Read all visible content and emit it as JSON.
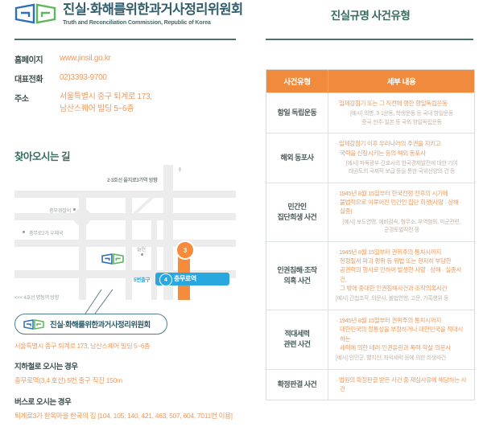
{
  "header": {
    "logo_kr": "진실·화해를위한과거사정리위원회",
    "logo_en": "Truth and Reconciliation Commission, Republic of Korea",
    "right_title": "진실규명 사건유형",
    "logo_icon": "tarc-emblem-icon"
  },
  "contact": {
    "rows": [
      {
        "key": "홈페이지",
        "value": "www.jinsil.go.kr"
      },
      {
        "key": "대표전화",
        "value": "02)3393-9700"
      },
      {
        "key": "주소",
        "value": "서울특별시 중구 퇴계로 173,\n남산스퀘어 빌딩 5~6층"
      }
    ]
  },
  "directions": {
    "section_title": "찾아오시는 길",
    "map": {
      "labels": {
        "north_direction": "2·3호선 을지로3가역 방향",
        "police": "중부경찰서",
        "post_office": "충무로2가 우체국",
        "small_landmark": "늘헌",
        "west_direction": "<<< 4호선 명동역 방향",
        "exit": "5번출구",
        "station": "충무로역",
        "line3": "3",
        "line4": "4",
        "arrow_icon": "north-arrow-icon",
        "map_logo_icon": "tarc-emblem-icon"
      }
    },
    "callout": {
      "label": "진실·화해를위한과거사정리위원회",
      "icon": "tarc-emblem-icon",
      "address": "서울특별시 중구 퇴계로 173, 남산스퀘어 빌딩 5~6층"
    },
    "transit": [
      {
        "head": "지하철로 오시는 경우",
        "body": "충무로역(3,4 호선) 5번 출구 직진 150m"
      },
      {
        "head": "버스로 오시는 경우",
        "body": "퇴계로3가 한옥마을 한국의 집 [104, 105, 140, 421, 463, 507, 604, 7011번 이용]"
      }
    ]
  },
  "table": {
    "headers": [
      "사건유형",
      "세부 내용"
    ],
    "rows": [
      {
        "category": "항일 독립운동",
        "main": "· 일제강점기 또는 그 직전에 행한 항일독립운동",
        "example": "[예시] 의병, 3·1운동, 학생운동 등 국내 항일운동\n중국·만주·일본 등 국외 항일독립운동"
      },
      {
        "category": "해외 동포사",
        "main": "· 일제강점기 이후 우리나라의 주권을 지키고\n국력을 신장시키는 등의 해외 동포사",
        "example": "[예시] 파독광부·간호사의 한국경제발전에 대한 기여\n태권도의 국제적 보급 등을 통한 국위선양의 건 등"
      },
      {
        "category": "민간인\n집단희생 사건",
        "main": "· 1945년 8월 15일부터 한국전쟁 전후의 시기에\n불법적으로 이루어진 민간인 집단 희생(사망 · 상해 · 실종)",
        "example": "[예시] 보도연맹, 예비검속, 형무소, 부역혐의, 미군관련,\n군경토벌작전 등"
      },
      {
        "category": "인권침해·조작\n의혹 사건",
        "main": "· 1945년 8월 15일부터 권위주의 통치시까지\n헌정질서 파괴 행위 등 위법 또는 현저히 부당한\n공권력의 행사로 인하여 발생한 사망 · 상해 · 실종사건,\n그 밖에 중대한 인권침해사건과 조작의혹사건",
        "example": "[예시] 간첩조작, 의문사, 불법연행, 고문, 가혹행위 등"
      },
      {
        "category": "적대세력\n관련 사건",
        "main": "· 1945년 8월 15일부터 권위주의 통치시까지\n대한민국의 정통성을 부정하거나 대한민국을 적대시하는\n세력에 의한 테러·인권유린과 폭력·학살·의문사",
        "example": "[예시] 인민군, 빨치산, 좌익세력 등에 의한 희생사건"
      },
      {
        "category": "확정판결 사건",
        "main": "· 법원의 확정판결 받은 사건 중 재심사유에 해당하는 사건",
        "example": ""
      }
    ]
  },
  "colors": {
    "orange": "#f08b3e",
    "orange_text": "#ef9a5d",
    "teal": "#3a6b63",
    "logo_blue": "#2f6fb5",
    "logo_green": "#5cb85c",
    "subway_blue": "#29a8e0"
  }
}
